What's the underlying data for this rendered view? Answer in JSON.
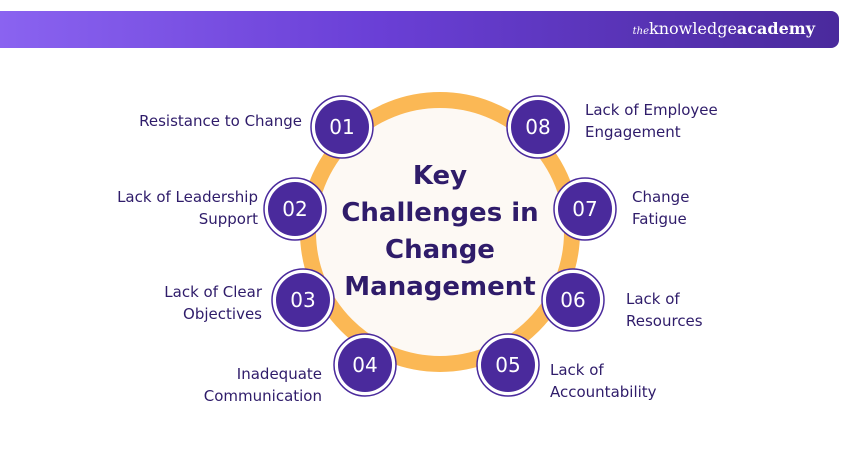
{
  "brand": {
    "prefix": "the",
    "name": "knowledge",
    "suffix": "academy"
  },
  "title_lines": [
    "Key",
    "Challenges in",
    "Change",
    "Management"
  ],
  "items": [
    {
      "num": "01",
      "lines": [
        "Resistance to Change"
      ]
    },
    {
      "num": "02",
      "lines": [
        "Lack of Leadership",
        "Support"
      ]
    },
    {
      "num": "03",
      "lines": [
        "Lack of Clear",
        "Objectives"
      ]
    },
    {
      "num": "04",
      "lines": [
        "Inadequate",
        "Communication"
      ]
    },
    {
      "num": "05",
      "lines": [
        "Lack of",
        "Accountability"
      ]
    },
    {
      "num": "06",
      "lines": [
        "Lack of",
        "Resources"
      ]
    },
    {
      "num": "07",
      "lines": [
        "Change",
        "Fatigue"
      ]
    },
    {
      "num": "08",
      "lines": [
        "Lack of Employee",
        "Engagement"
      ]
    }
  ],
  "colors": {
    "ring": "#fbb855",
    "ring_inner": "#fdf9f4",
    "badge": "#4a2a9c",
    "badge_border": "#ffffff",
    "badge_outline": "#4a2a9c",
    "text": "#2f1c6a"
  }
}
